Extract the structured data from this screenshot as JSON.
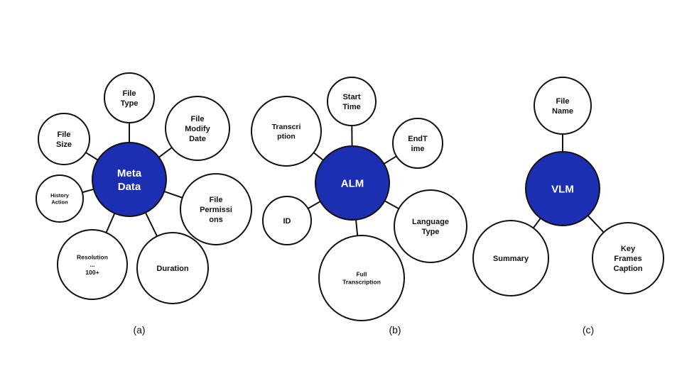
{
  "colors": {
    "hub_fill": "#1c2fb3",
    "node_fill": "#ffffff",
    "stroke": "#111111",
    "hub_text": "#ffffff",
    "node_text": "#111111"
  },
  "diagrams": [
    {
      "id": "a",
      "caption": "(a)",
      "hub": {
        "lines": [
          "Meta",
          "Data"
        ]
      },
      "nodes": [
        {
          "id": "file-type",
          "lines": [
            "File",
            "Type"
          ]
        },
        {
          "id": "file-modify-date",
          "lines": [
            "File",
            "Modify",
            "Date"
          ]
        },
        {
          "id": "file-size",
          "lines": [
            "File",
            "Size"
          ]
        },
        {
          "id": "history-action",
          "lines": [
            "History",
            "Action"
          ]
        },
        {
          "id": "file-permissions",
          "lines": [
            "File",
            "Permissi",
            "ons"
          ]
        },
        {
          "id": "resolution",
          "lines": [
            "Resolution",
            "...",
            "100+"
          ]
        },
        {
          "id": "duration",
          "lines": [
            "Duration"
          ]
        }
      ]
    },
    {
      "id": "b",
      "caption": "(b)",
      "hub": {
        "lines": [
          "ALM"
        ]
      },
      "nodes": [
        {
          "id": "transcription",
          "lines": [
            "Transcri",
            "ption"
          ]
        },
        {
          "id": "start-time",
          "lines": [
            "Start",
            "Time"
          ]
        },
        {
          "id": "end-time",
          "lines": [
            "EndT",
            "ime"
          ]
        },
        {
          "id": "id",
          "lines": [
            "ID"
          ]
        },
        {
          "id": "language-type",
          "lines": [
            "Language",
            "Type"
          ]
        },
        {
          "id": "full-transcription",
          "lines": [
            "Full",
            "Transcription"
          ]
        }
      ]
    },
    {
      "id": "c",
      "caption": "(c)",
      "hub": {
        "lines": [
          "VLM"
        ]
      },
      "nodes": [
        {
          "id": "file-name",
          "lines": [
            "File",
            "Name"
          ]
        },
        {
          "id": "summary",
          "lines": [
            "Summary"
          ]
        },
        {
          "id": "key-frames-caption",
          "lines": [
            "Key",
            "Frames",
            "Caption"
          ]
        }
      ]
    }
  ]
}
